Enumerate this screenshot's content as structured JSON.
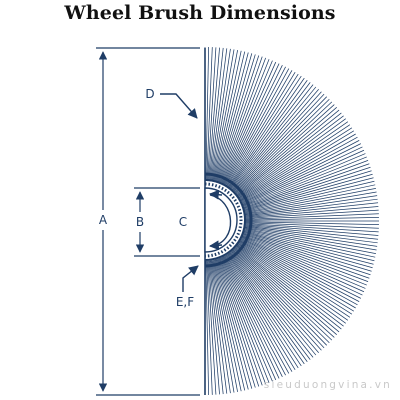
{
  "title": "Wheel Brush Dimensions",
  "labels": {
    "a": "A",
    "b": "B",
    "c": "C",
    "d": "D",
    "ef": "E,F"
  },
  "watermark": "sieuduongvina.vn",
  "colors": {
    "navy": "#1f3d66",
    "title": "#111111",
    "watermark": "#c9c9c9"
  }
}
